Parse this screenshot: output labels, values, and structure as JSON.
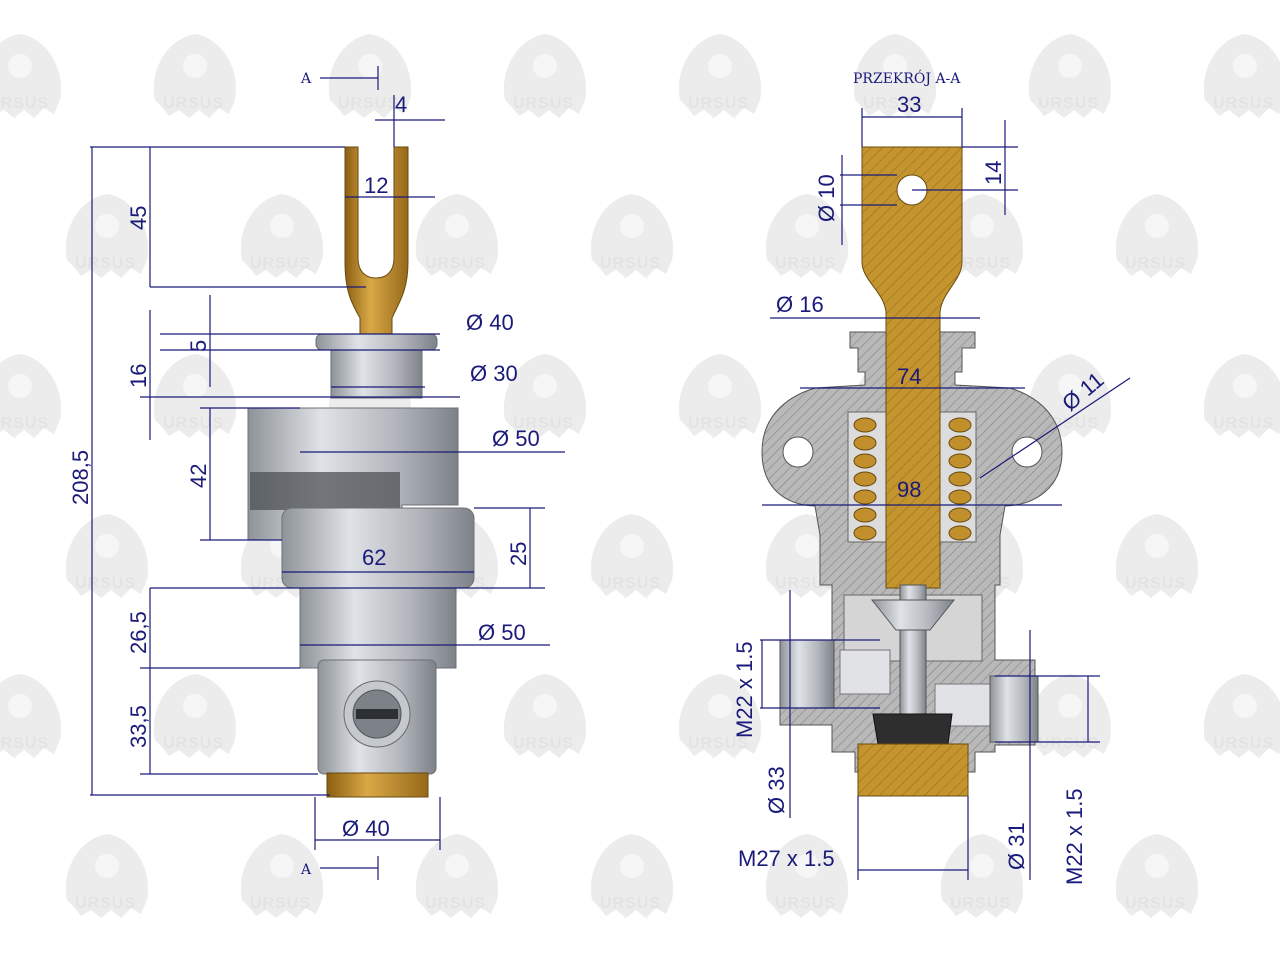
{
  "watermark": {
    "text": "URSUS"
  },
  "section_label": "PRZEKRÓJ A-A",
  "section_marker": "A",
  "left_view": {
    "dims": {
      "d4": "4",
      "d12": "12",
      "d45": "45",
      "d5": "5",
      "d16": "16",
      "d42": "42",
      "d208": "208,5",
      "d62": "62",
      "d25": "25",
      "d26": "26,5",
      "d33": "33,5",
      "phi40_top": "Ø 40",
      "phi30": "Ø 30",
      "phi50_a": "Ø 50",
      "phi50_b": "Ø 50",
      "phi40_bot": "Ø 40"
    }
  },
  "right_view": {
    "dims": {
      "d33": "33",
      "d14": "14",
      "phi10": "Ø 10",
      "phi16": "Ø 16",
      "d74": "74",
      "phi11": "Ø 11",
      "d98": "98",
      "m22_left": "M22 x 1.5",
      "phi33": "Ø 33",
      "m27": "M27 x 1.5",
      "phi31": "Ø 31",
      "m22_right": "M22 x 1.5"
    }
  },
  "colors": {
    "dimension": "#1a1a7a",
    "brass": "#b8862a",
    "steel": "#a9adb3",
    "hatch": "#8e8e8e"
  }
}
